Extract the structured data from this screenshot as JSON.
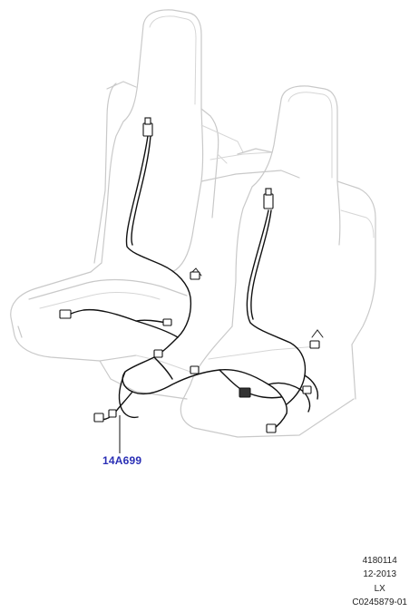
{
  "callout": {
    "part_number": "14A699"
  },
  "info_block": {
    "illustration_number": "4180114",
    "date": "12-2013",
    "model": "LX",
    "reference": "C0245879-01"
  },
  "colors": {
    "callout": "#2a2fb5",
    "harness": "#111111",
    "seat_outline": "#c9c9c9",
    "text": "#222222"
  }
}
